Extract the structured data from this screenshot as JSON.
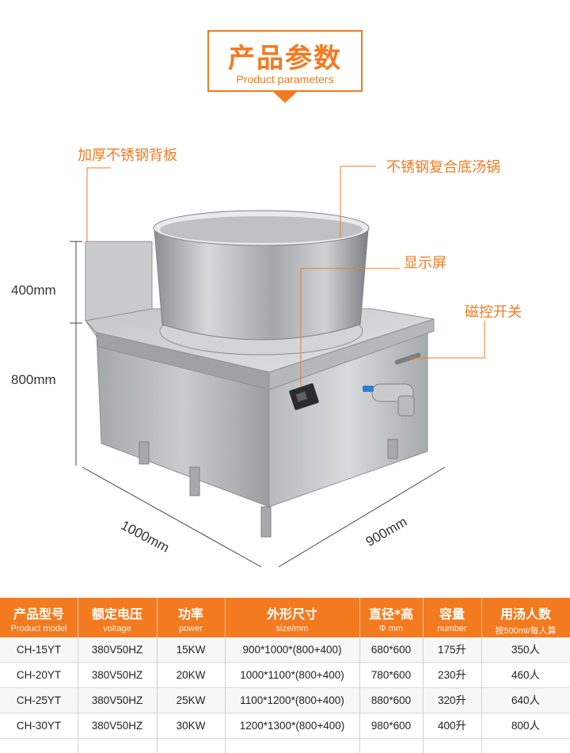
{
  "header": {
    "title": "产品参数",
    "subtitle": "Product parameters"
  },
  "callouts": {
    "backplate": "加厚不锈钢背板",
    "pot": "不锈钢复合底汤锅",
    "display": "显示屏",
    "switch": "磁控开关"
  },
  "dimensions": {
    "height_top": "400mm",
    "height_body": "800mm",
    "width": "1000mm",
    "depth": "900mm"
  },
  "table": {
    "columns": [
      {
        "zh": "产品型号",
        "en": "Product model"
      },
      {
        "zh": "额定电压",
        "en": "voltage"
      },
      {
        "zh": "功率",
        "en": "power"
      },
      {
        "zh": "外形尺寸",
        "en": "size/mm"
      },
      {
        "zh": "直径*高",
        "en": "Φ    mm"
      },
      {
        "zh": "容量",
        "en": "number"
      },
      {
        "zh": "用汤人数",
        "en": "按500ml/每人算"
      }
    ],
    "rows": [
      {
        "model": "CH-15YT",
        "voltage": "380V50HZ",
        "power": "15KW",
        "size": "900*1000*(800+400)",
        "dia": "680*600",
        "cap": "175升",
        "people": "350人"
      },
      {
        "model": "CH-20YT",
        "voltage": "380V50HZ",
        "power": "20KW",
        "size": "1000*1100*(800+400)",
        "dia": "780*600",
        "cap": "230升",
        "people": "460人"
      },
      {
        "model": "CH-25YT",
        "voltage": "380V50HZ",
        "power": "25KW",
        "size": "1100*1200*(800+400)",
        "dia": "880*600",
        "cap": "320升",
        "people": "640人"
      },
      {
        "model": "CH-30YT",
        "voltage": "380V50HZ",
        "power": "30KW",
        "size": "1200*1300*(800+400)",
        "dia": "980*600",
        "cap": "400升",
        "people": "800人"
      }
    ]
  },
  "colors": {
    "accent": "#f47a1f",
    "steel": "#b9bcbf"
  }
}
